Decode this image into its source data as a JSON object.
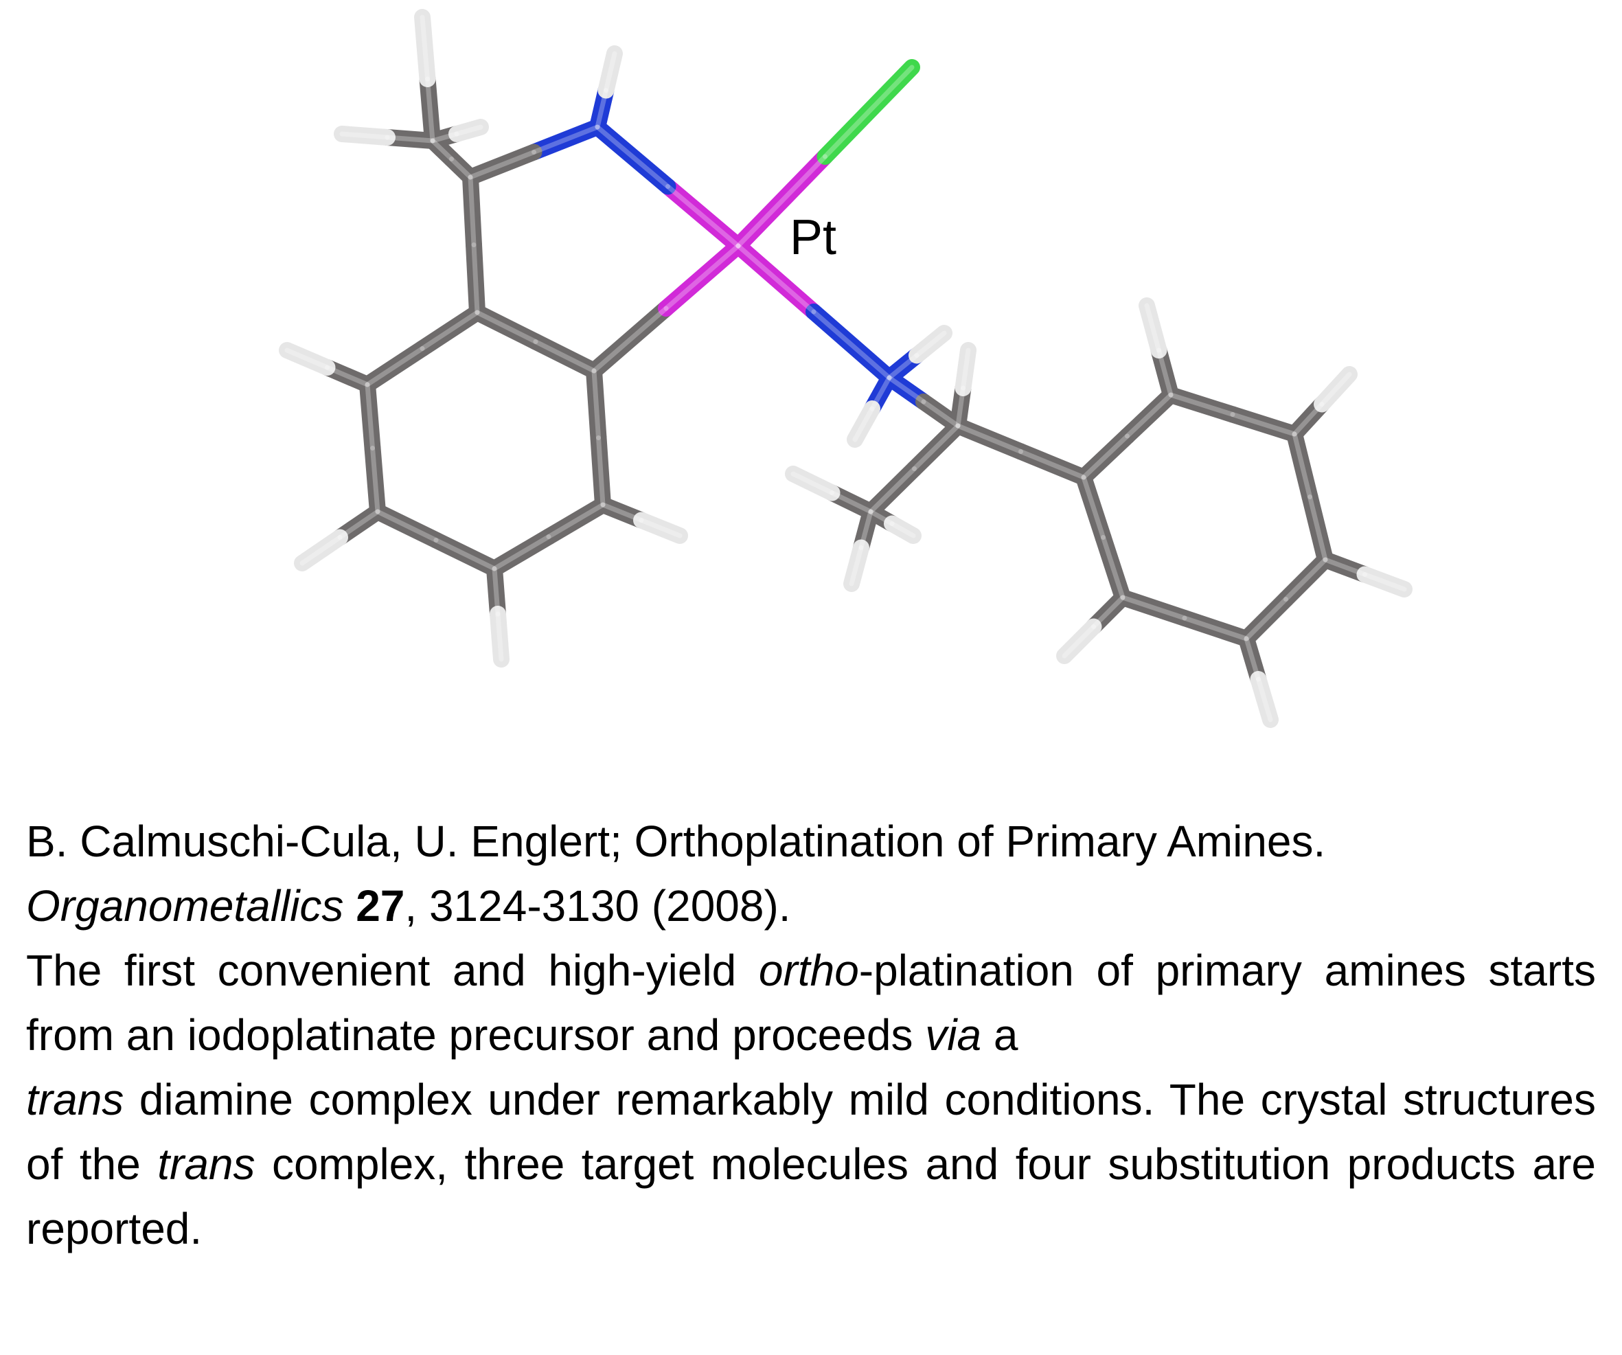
{
  "figure": {
    "atom_label": "Pt",
    "colors": {
      "carbon": "#6e6b6b",
      "hydrogen": "#e6e6e6",
      "nitrogen": "#1f3bd6",
      "platinum": "#d12ad8",
      "chlorine": "#3fd84c"
    }
  },
  "citation": {
    "line1": "B. Calmuschi-Cula, U. Englert; Orthoplatination of Primary Amines.",
    "journal": "Organometallics",
    "volume": "27",
    "pages_year": ", 3124-3130 (2008)."
  },
  "abstract": {
    "p1": "The first convenient and high-yield ",
    "ortho": "ortho",
    "p2": "-platination of primary amines starts from an iodoplatinate precursor and proceeds ",
    "via": "via",
    "p3": " a ",
    "trans1": "trans",
    "p4": " diamine complex under remarkably mild conditions. The crystal structures of the ",
    "trans2": "trans",
    "p5": " complex, three target molecules and four substitution products are reported."
  }
}
